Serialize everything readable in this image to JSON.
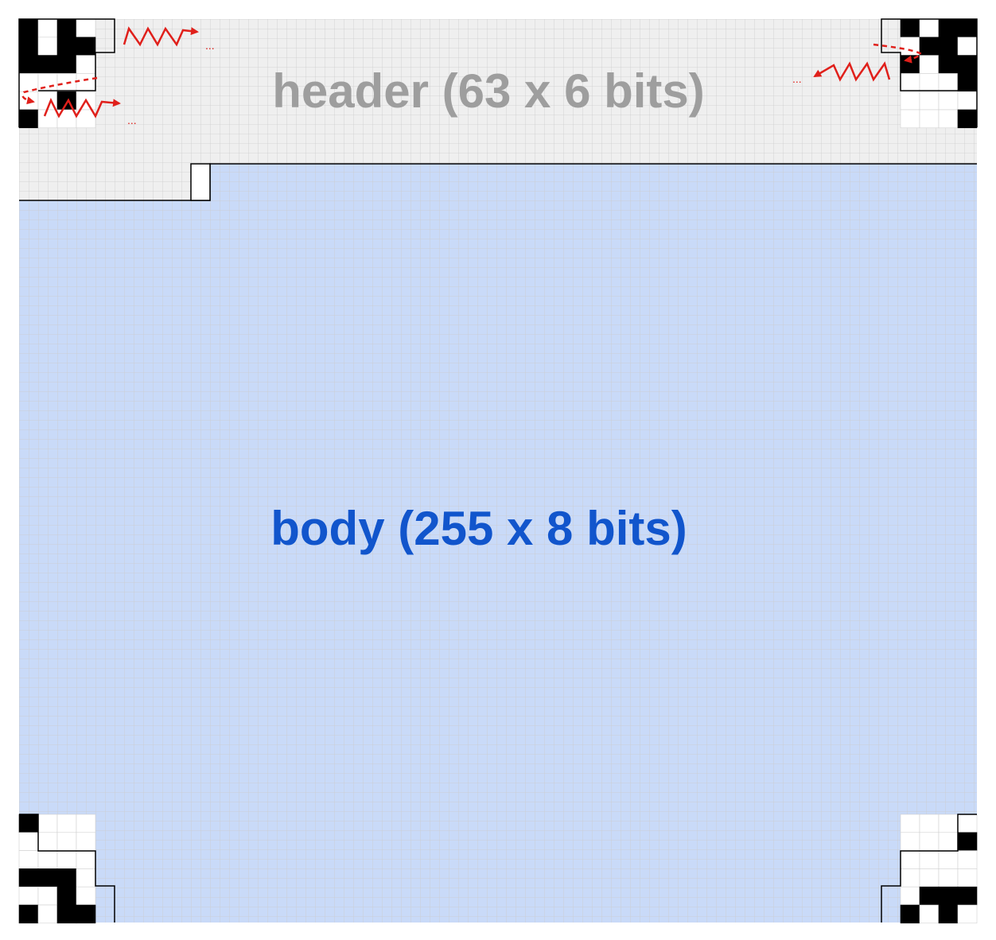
{
  "header": {
    "label": "header (63 x 6 bits)",
    "fill": "#efefef",
    "text_color": "#9e9e9e"
  },
  "body": {
    "label": "body (255 x 8 bits)",
    "fill": "#c9daf8",
    "text_color": "#1155cc"
  },
  "grid_line_color": "#cccccc",
  "arrow_color": "#e0201b",
  "ellipsis": "...",
  "finder_patterns": [
    {
      "corner": "top-left",
      "rows": [
        "1010",
        "1011",
        "1110",
        "0000",
        "0010",
        "1000"
      ]
    },
    {
      "corner": "top-right",
      "rows": [
        "1011",
        "0110",
        "1011",
        "0001",
        "0000",
        "0001"
      ]
    },
    {
      "corner": "bottom-left",
      "rows": [
        "1000",
        "0000",
        "0000",
        "1110",
        "0010",
        "1011"
      ]
    },
    {
      "corner": "bottom-right",
      "rows": [
        "0000",
        "0001",
        "0000",
        "0000",
        "0111",
        "1010"
      ]
    }
  ]
}
